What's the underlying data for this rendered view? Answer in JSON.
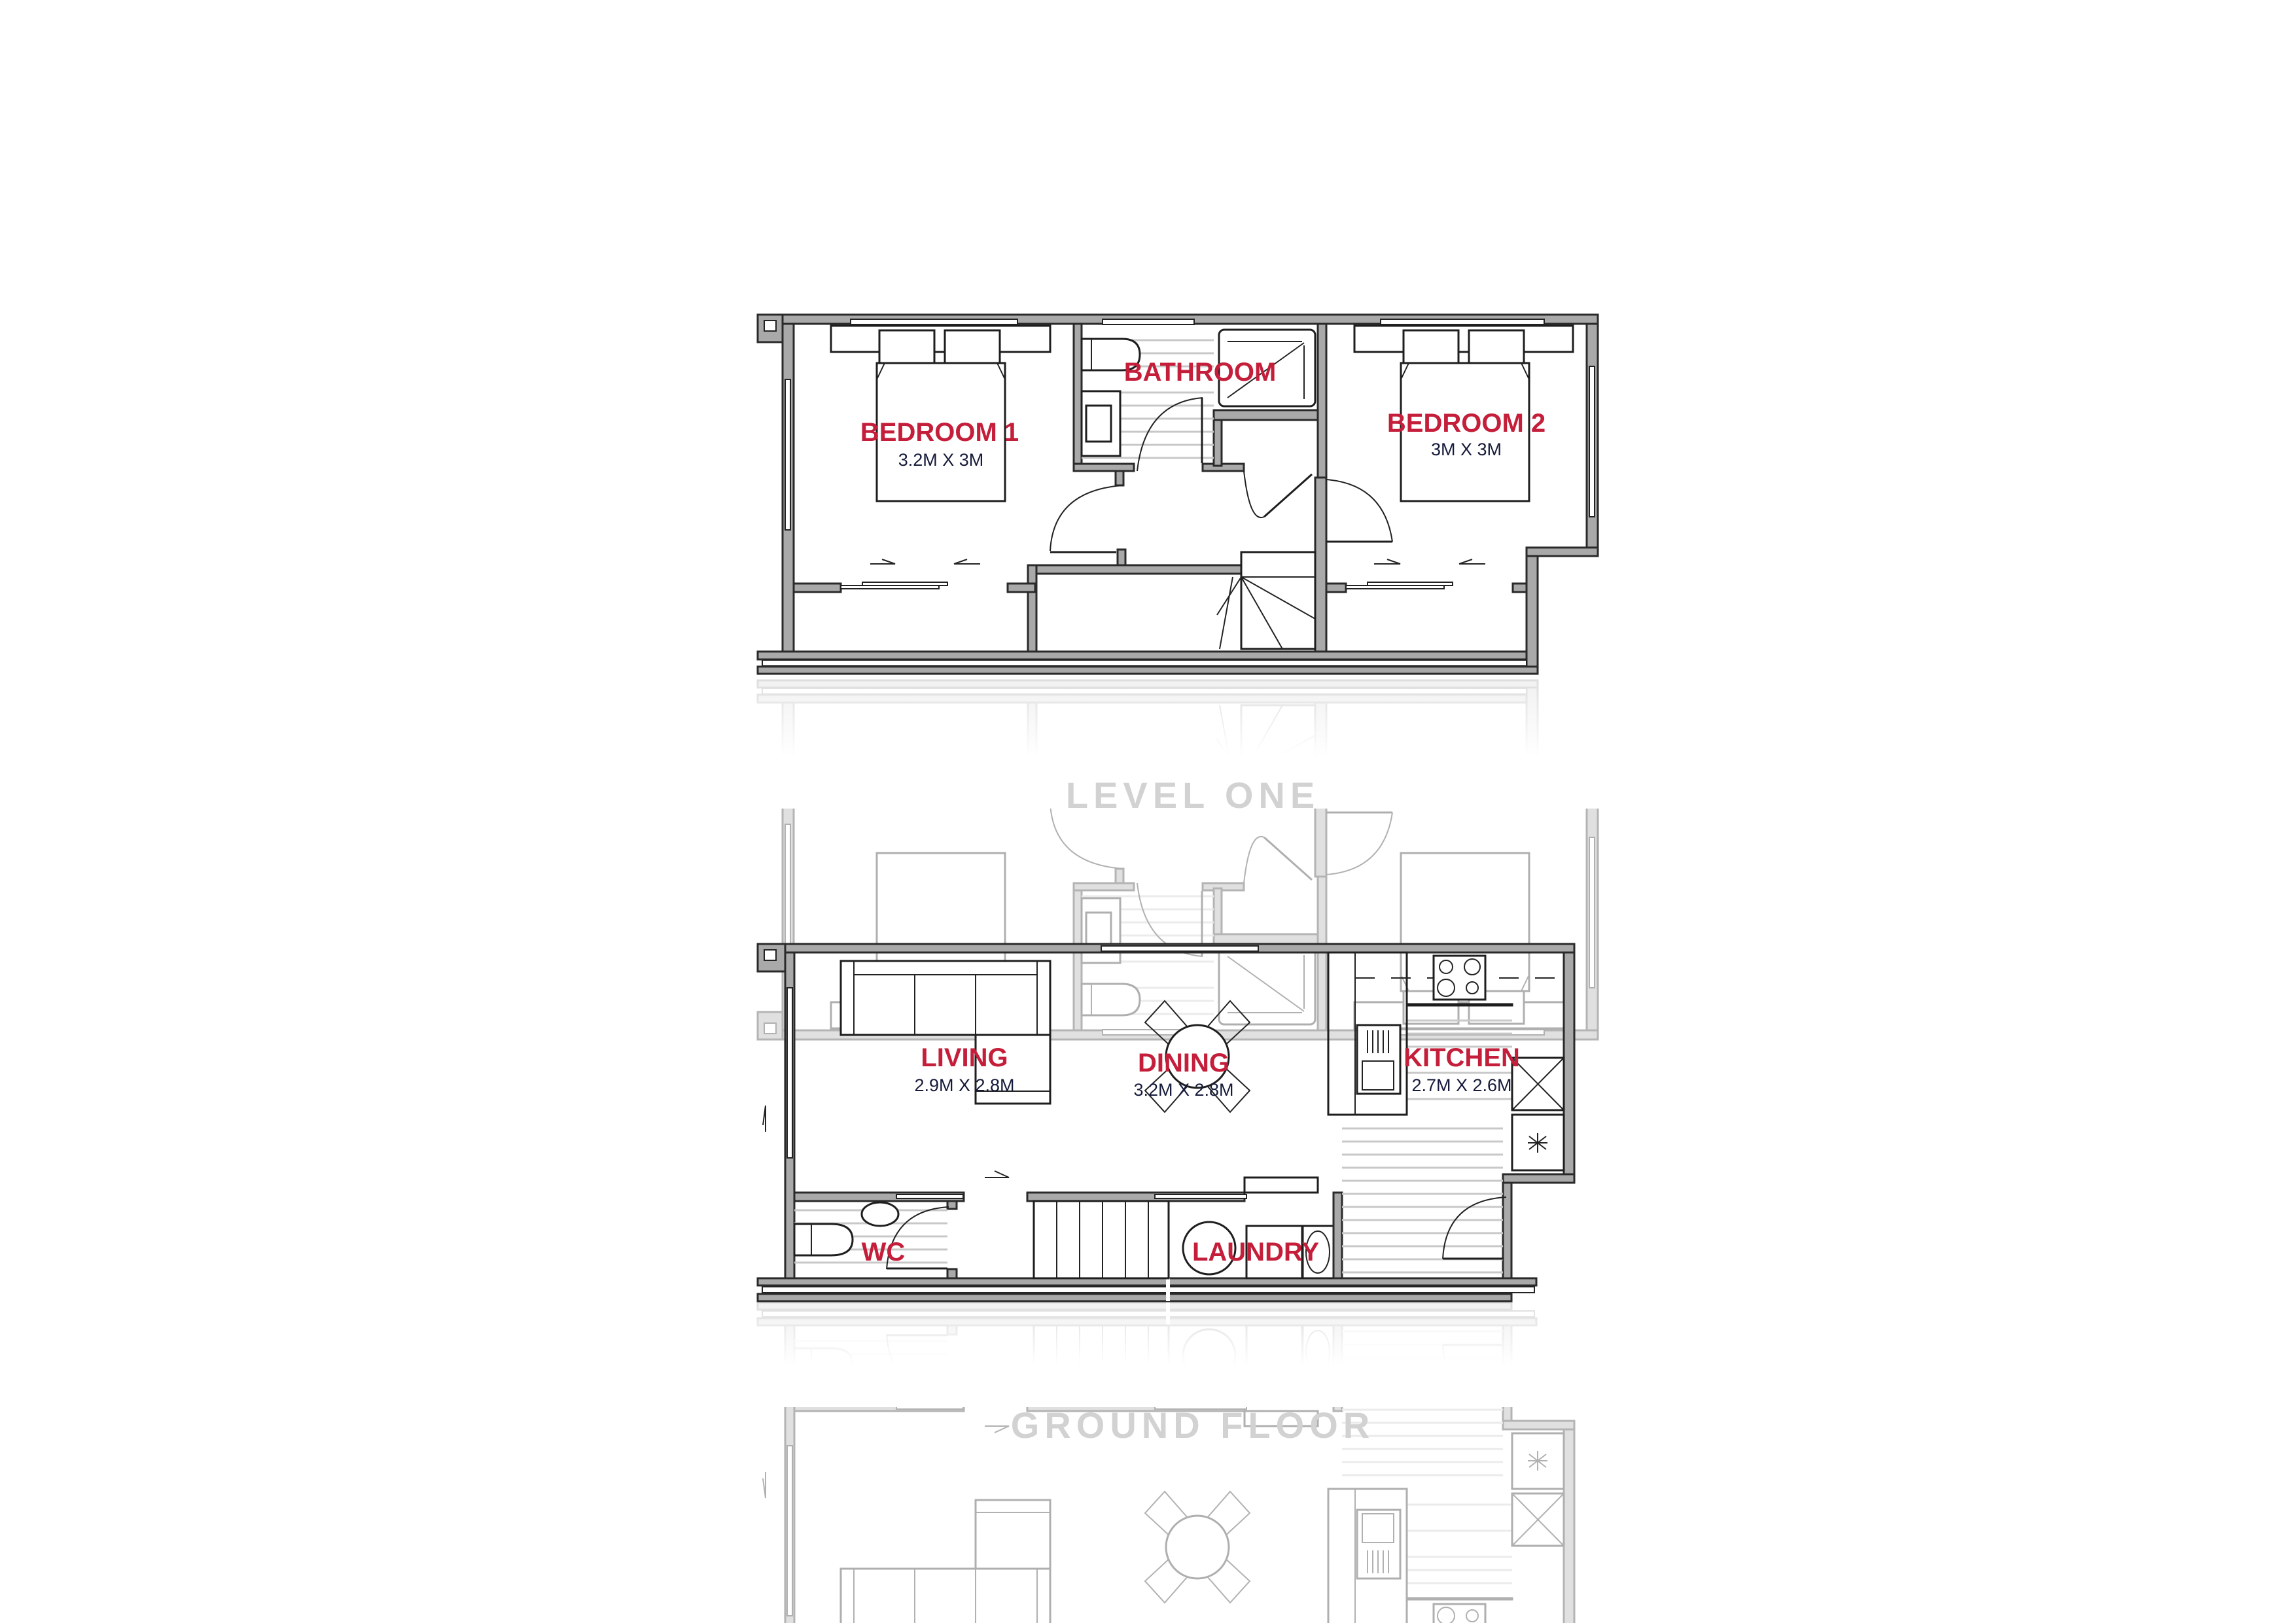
{
  "level_one": {
    "title": "LEVEL ONE",
    "rooms": [
      {
        "name": "BEDROOM 1",
        "size": "3.2M X 3M"
      },
      {
        "name": "BATHROOM"
      },
      {
        "name": "BEDROOM 2",
        "size": "3M X 3M"
      }
    ]
  },
  "ground_floor": {
    "title": "GROUND FLOOR",
    "rooms": [
      {
        "name": "LIVING",
        "size": "2.9M X 2.8M"
      },
      {
        "name": "DINING",
        "size": "3.2M X 2.8M"
      },
      {
        "name": "KITCHEN",
        "size": "2.7M X 2.6M"
      },
      {
        "name": "WC"
      },
      {
        "name": "LAUNDRY"
      }
    ]
  },
  "colors": {
    "room_label": "#c41e3a",
    "dimension": "#151a3a",
    "title": "#d2d2d2",
    "wall": "#a9a9a9"
  }
}
